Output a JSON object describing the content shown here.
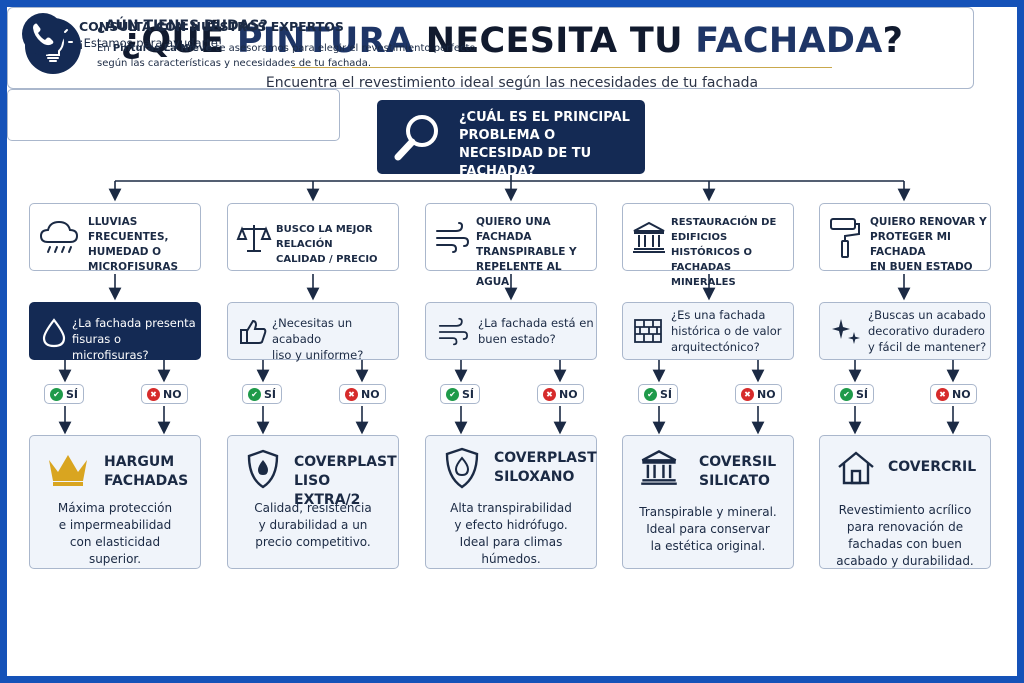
{
  "title": {
    "pre": "¿QUÉ ",
    "hl1": "PINTURA",
    "mid": " NECESITA TU ",
    "hl2": "FACHADA",
    "post": "?"
  },
  "subtitle": "Encuentra el revestimiento ideal según las necesidades de tu fachada",
  "main_question": "¿CUÁL ES EL PRINCIPAL PROBLEMA O NECESIDAD DE TU FACHADA?",
  "columns": [
    {
      "problem": {
        "line1": "LLUVIAS FRECUENTES,",
        "line2": "HUMEDAD O",
        "line3": "MICROFISURAS",
        "icon": "cloud-rain-icon"
      },
      "question": {
        "line1": "¿La fachada presenta",
        "line2": "fisuras o microfisuras?",
        "icon": "water-drop-icon"
      },
      "yes": "SÍ",
      "no": "NO",
      "result": {
        "name1": "HARGUM",
        "name2": "FACHADAS",
        "icon": "crown-icon",
        "desc": [
          "Máxima protección",
          "e impermeabilidad",
          "con elasticidad",
          "superior."
        ]
      }
    },
    {
      "problem": {
        "line1": "BUSCO LA MEJOR RELACIÓN",
        "line2": "CALIDAD / PRECIO",
        "line3": "",
        "icon": "balance-scale-icon"
      },
      "question": {
        "line1": "¿Necesitas un acabado",
        "line2": "liso y uniforme?",
        "icon": "thumbs-up-icon"
      },
      "yes": "SÍ",
      "no": "NO",
      "result": {
        "name1": "COVERPLAST",
        "name2": "LISO EXTRA/2",
        "icon": "shield-icon",
        "desc": [
          "Calidad, resistencia",
          "y durabilidad a un",
          "precio competitivo."
        ]
      }
    },
    {
      "problem": {
        "line1": "QUIERO UNA FACHADA",
        "line2": "TRANSPIRABLE Y",
        "line3": "REPELENTE AL AGUA",
        "icon": "wind-icon"
      },
      "question": {
        "line1": "¿La fachada está en",
        "line2": "buen estado?",
        "icon": "wind-icon"
      },
      "yes": "SÍ",
      "no": "NO",
      "result": {
        "name1": "COVERPLAST",
        "name2": "SILOXANO",
        "icon": "shield-drop-icon",
        "desc": [
          "Alta transpirabilidad",
          "y efecto hidrófugo.",
          "Ideal para climas",
          "húmedos."
        ]
      }
    },
    {
      "problem": {
        "line1": "RESTAURACIÓN DE EDIFICIOS",
        "line2": "HISTÓRICOS O FACHADAS",
        "line3": "MINERALES",
        "icon": "classical-building-icon"
      },
      "question": {
        "line1": "¿Es una fachada",
        "line2": "histórica o de valor",
        "line3": "arquitectónico?",
        "icon": "brick-wall-icon"
      },
      "yes": "SÍ",
      "no": "NO",
      "result": {
        "name1": "COVERSIL",
        "name2": "SILICATO",
        "icon": "classical-building-icon",
        "desc": [
          "Transpirable y mineral.",
          "Ideal para conservar",
          "la estética original."
        ]
      }
    },
    {
      "problem": {
        "line1": "QUIERO RENOVAR Y",
        "line2": "PROTEGER MI FACHADA",
        "line3": "EN BUEN ESTADO",
        "icon": "paint-roller-icon"
      },
      "question": {
        "line1": "¿Buscas un acabado",
        "line2": "decorativo duradero",
        "line3": "y fácil de mantener?",
        "icon": "sparkles-icon"
      },
      "yes": "SÍ",
      "no": "NO",
      "result": {
        "name1": "COVERCRIL",
        "name2": "",
        "icon": "house-icon",
        "desc": [
          "Revestimiento acrílico",
          "para renovación de",
          "fachadas con buen",
          "acabado y durabilidad."
        ]
      }
    }
  ],
  "doubts": {
    "title": "¿AÚN TIENES DUDAS?",
    "text_pre": "En ",
    "text_brand": "Pinturas La Nieve",
    "text_post": " te asesoramos para elegir el revestimiento perfecto",
    "text_line2": "según las características y necesidades de tu fachada."
  },
  "contact": {
    "title": "CONSULTA CON NUESTROS EXPERTOS",
    "subtitle": "¡Estamos para ayudarte!"
  },
  "colors": {
    "navy": "#142a54",
    "frame": "#1552b8",
    "yes": "#1f9a4a",
    "no": "#d62b2b",
    "gold": "#d9a520"
  }
}
